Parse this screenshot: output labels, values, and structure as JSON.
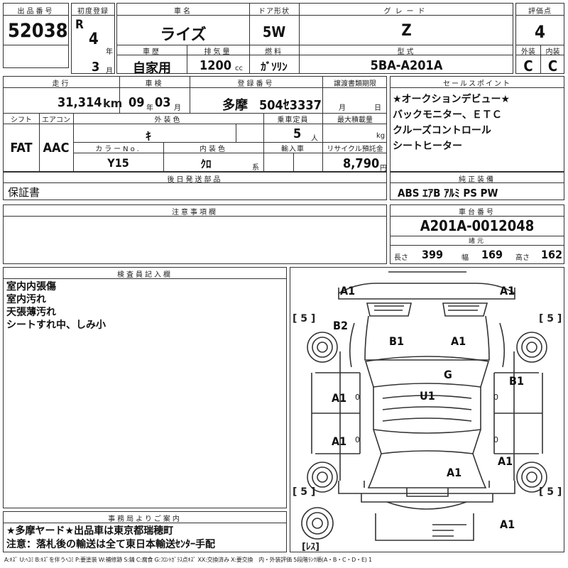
{
  "labels": {
    "lot_no": "出品番号",
    "first_reg": "初度登録",
    "car_name": "車名",
    "door": "ドア形状",
    "grade": "グレード",
    "score": "評価点",
    "year_unit": "年",
    "month_unit": "月",
    "history": "車歴",
    "displacement": "排気量",
    "fuel": "燃料",
    "model_code": "型式",
    "exterior": "外装",
    "interior": "内装",
    "mileage": "走行",
    "inspection": "車検",
    "reg_no": "登録番号",
    "transfer_doc": "譲渡書類期限",
    "sales_point": "セールスポイント",
    "shift": "シフト",
    "aircon": "エアコン",
    "ext_color": "外装色",
    "capacity": "乗車定員",
    "max_load": "最大積載量",
    "color_no": "カラーNo.",
    "int_color": "内装色",
    "import": "輸入車",
    "recycle": "リサイクル預託金",
    "later_parts": "後日発送部品",
    "genuine": "純正装備",
    "notes": "注意事項欄",
    "chassis": "車台番号",
    "dims": "諸元",
    "length": "長さ",
    "width": "幅",
    "height": "高さ",
    "inspector": "検査員記入欄",
    "office": "事務局よりご案内",
    "cc": "cc",
    "km": "km",
    "yr": "年",
    "mo": "月",
    "people": "人",
    "kg": "kg",
    "kei": "系",
    "yen": "円",
    "doc_mo": "月",
    "doc_day": "日"
  },
  "values": {
    "lot_no": "52038",
    "era": "R",
    "reg_year": "4",
    "reg_month": "3",
    "car_name": "ライズ",
    "door": "5W",
    "grade": "Z",
    "score": "4",
    "history": "自家用",
    "displacement": "1200",
    "fuel": "ｶﾞｿﾘﾝ",
    "model_code": "5BA-A201A",
    "exterior_grade": "C",
    "interior_grade": "C",
    "mileage": "31,314",
    "insp_year": "09",
    "insp_month": "03",
    "reg_area": "多摩",
    "reg_num": "504ｾ3337",
    "shift": "FAT",
    "aircon": "AAC",
    "ext_color": "ｷ",
    "capacity": "5",
    "color_no": "Y15",
    "int_color": "ｸﾛ",
    "recycle": "8,790",
    "later_parts": "保証書",
    "chassis": "A201A-0012048",
    "length": "399",
    "width": "169",
    "height": "162"
  },
  "sales_points": [
    "★オークションデビュー★",
    "バックモニター、ＥＴＣ",
    "クルーズコントロール",
    "シートヒーター"
  ],
  "genuine_equipment": "ABS ｴｱB ｱﾙﾐ PS PW",
  "inspector_notes": [
    "室内内張傷",
    "室内汚れ",
    "天張薄汚れ",
    "シートすれ中、しみ小"
  ],
  "office_notes": [
    "★多摩ヤード★出品車は東京都瑞穂町",
    "注意：落札後の輸送は全て東日本輸送ｾﾝﾀｰ手配"
  ],
  "diagram": {
    "marks": {
      "front_left": "A1",
      "front_right": "A1",
      "fender_left": "B2",
      "hood_left": "B1",
      "hood_right": "A1",
      "windshield": "G",
      "roof": "U1",
      "door_right_front": "B1",
      "door_left_front": "A1",
      "door_left_rear": "A1",
      "quarter_right": "A1",
      "trunk": "A1",
      "rear": "A1"
    },
    "tires": {
      "front_left": "[ 5 ]",
      "front_right": "[ 5 ]",
      "rear_left": "[ 5 ]",
      "rear_right": "[ 5 ]",
      "spare": "[ﾚｽ]"
    },
    "door_zeros": [
      "0",
      "0",
      "0",
      "0"
    ]
  },
  "legend": "A:ｷｽﾞ U:ﾍｺﾐ B:ｷｽﾞを伴うﾍｺﾐ P:要塗装 W:補修跡 S:錆 C:腐食 G:ﾌﾛﾝﾄｶﾞﾗｽ点ｷｽﾞ XX:交換済み X:要交換　内・外装評価 5段階ﾗﾝｸ順(A・B・C・D・E) 1"
}
